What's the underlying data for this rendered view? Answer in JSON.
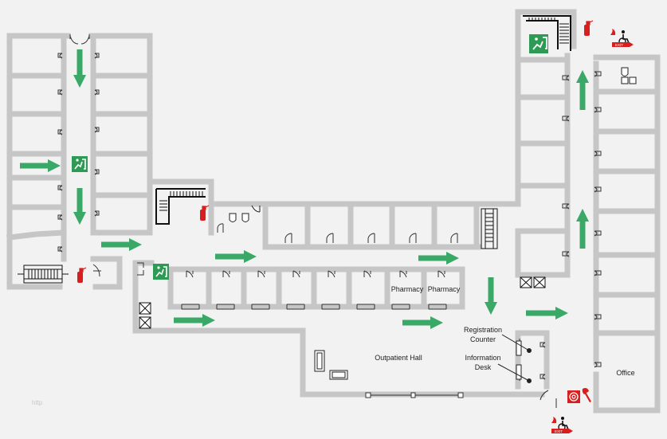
{
  "labels": {
    "pharmacy_1": "Pharmacy",
    "pharmacy_2": "Pharmacy",
    "registration_counter": "Registration\nCounter",
    "information_desk": "Information\nDesk",
    "outpatient_hall": "Outpatient Hall",
    "office": "Office"
  },
  "signs": {
    "exit_text": "EXIT"
  },
  "watermark": "http",
  "colors": {
    "background": "#f2f2f2",
    "wall": "#c6c6c6",
    "arrow": "#3aa867",
    "exit_sign": "#2e9a55",
    "fire": "#d81e1e"
  },
  "icons": [
    "emergency-exit-sign",
    "fire-extinguisher",
    "fire-hose-reel",
    "fire-axe",
    "wheelchair-exit-sign",
    "stairs",
    "escalator",
    "elevator",
    "toilet",
    "sofa"
  ]
}
